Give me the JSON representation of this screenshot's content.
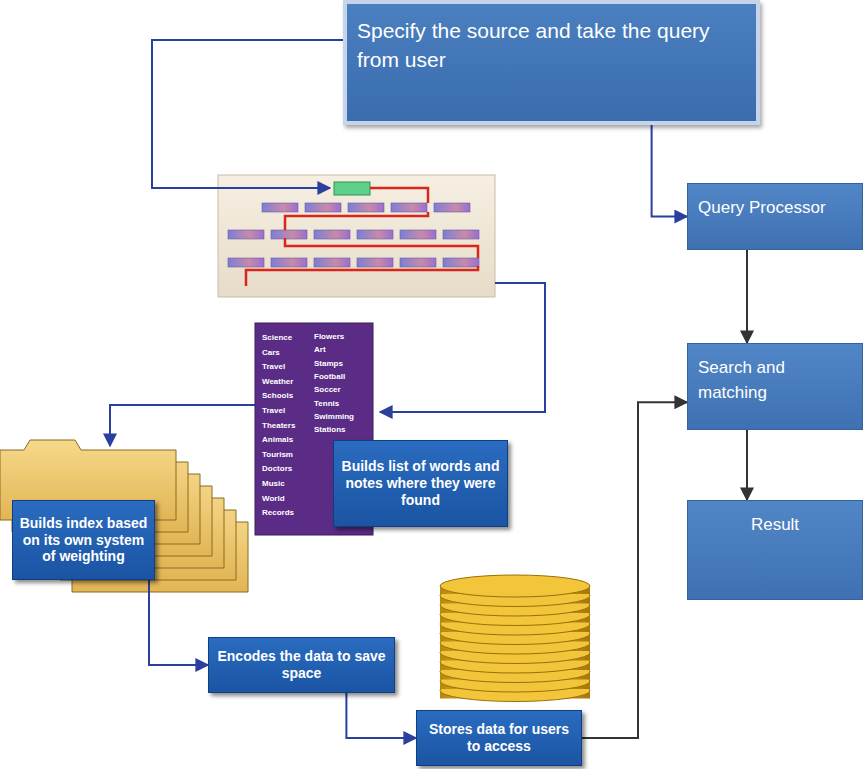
{
  "diagram": {
    "nodes": [
      {
        "text": [
          "Specify the source and take the query from user"
        ]
      },
      {
        "text": [
          "Query Processor"
        ]
      },
      {
        "text": [
          "Search and matching"
        ]
      },
      {
        "text": [
          "Result"
        ]
      },
      {
        "text": [
          "Builds list of words and notes where they were found"
        ]
      },
      {
        "text": [
          "Builds index based on its own system of weighting"
        ]
      },
      {
        "text": [
          "Encodes the data to save space"
        ]
      },
      {
        "text": [
          "Stores data for users to access"
        ]
      }
    ],
    "edges": [
      {
        "from": 0,
        "to": 1,
        "arrow": "to"
      },
      {
        "from": 1,
        "to": 2,
        "arrow": "to"
      },
      {
        "from": 2,
        "to": 3,
        "arrow": "to"
      },
      {
        "from": 5,
        "to": 6,
        "arrow": "to"
      },
      {
        "from": 6,
        "to": 7,
        "arrow": "to"
      },
      {
        "from": 7,
        "to": 2,
        "arrow": "to"
      }
    ],
    "labels": [
      "Science",
      "Cars",
      "Travel",
      "Weather",
      "Schools",
      "Travel",
      "Theaters",
      "Animals",
      "Tourism",
      "Doctors",
      "Music",
      "World",
      "Records",
      "Flowers",
      "Art",
      "Stamps",
      "Football",
      "Soccer",
      "Tennis",
      "Swimming",
      "Stations"
    ]
  }
}
